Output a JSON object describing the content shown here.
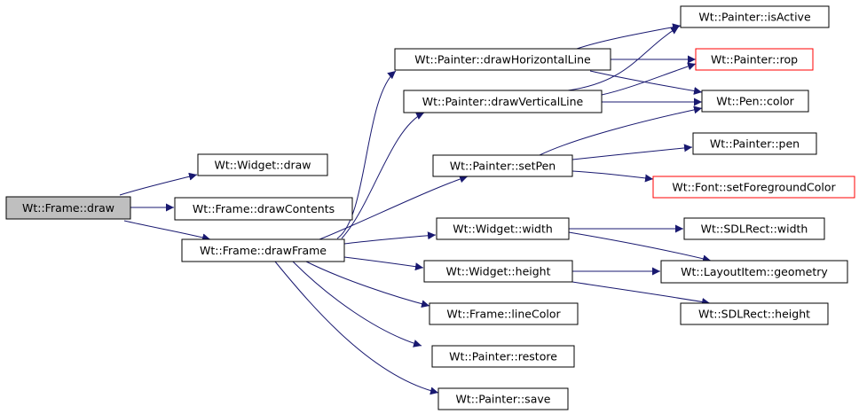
{
  "colors": {
    "edge": "#191970",
    "node_border": "#000000",
    "node_fill": "#ffffff",
    "root_fill": "#bfbfbf",
    "truncated_border": "#ff0000"
  },
  "nodes": {
    "frame_draw": "Wt::Frame::draw",
    "widget_draw": "Wt::Widget::draw",
    "frame_drawcontents": "Wt::Frame::drawContents",
    "frame_drawframe": "Wt::Frame::drawFrame",
    "painter_drawhorizontalline": "Wt::Painter::drawHorizontalLine",
    "painter_drawverticalline": "Wt::Painter::drawVerticalLine",
    "painter_setpen": "Wt::Painter::setPen",
    "widget_width": "Wt::Widget::width",
    "widget_height": "Wt::Widget::height",
    "frame_linecolor": "Wt::Frame::lineColor",
    "painter_restore": "Wt::Painter::restore",
    "painter_save": "Wt::Painter::save",
    "painter_isactive": "Wt::Painter::isActive",
    "painter_rop": "Wt::Painter::rop",
    "pen_color": "Wt::Pen::color",
    "painter_pen": "Wt::Painter::pen",
    "font_setforegroundcolor": "Wt::Font::setForegroundColor",
    "sdlrect_width": "Wt::SDLRect::width",
    "layoutitem_geometry": "Wt::LayoutItem::geometry",
    "sdlrect_height": "Wt::SDLRect::height"
  },
  "edges": [
    [
      "frame_draw",
      "widget_draw"
    ],
    [
      "frame_draw",
      "frame_drawcontents"
    ],
    [
      "frame_draw",
      "frame_drawframe"
    ],
    [
      "frame_drawframe",
      "painter_drawhorizontalline"
    ],
    [
      "frame_drawframe",
      "painter_drawverticalline"
    ],
    [
      "frame_drawframe",
      "painter_setpen"
    ],
    [
      "frame_drawframe",
      "widget_width"
    ],
    [
      "frame_drawframe",
      "widget_height"
    ],
    [
      "frame_drawframe",
      "frame_linecolor"
    ],
    [
      "frame_drawframe",
      "painter_restore"
    ],
    [
      "frame_drawframe",
      "painter_save"
    ],
    [
      "painter_drawhorizontalline",
      "painter_isactive"
    ],
    [
      "painter_drawhorizontalline",
      "painter_rop"
    ],
    [
      "painter_drawhorizontalline",
      "pen_color"
    ],
    [
      "painter_drawverticalline",
      "painter_isactive"
    ],
    [
      "painter_drawverticalline",
      "painter_rop"
    ],
    [
      "painter_drawverticalline",
      "pen_color"
    ],
    [
      "painter_setpen",
      "pen_color"
    ],
    [
      "painter_setpen",
      "painter_pen"
    ],
    [
      "painter_setpen",
      "font_setforegroundcolor"
    ],
    [
      "widget_width",
      "sdlrect_width"
    ],
    [
      "widget_width",
      "layoutitem_geometry"
    ],
    [
      "widget_height",
      "layoutitem_geometry"
    ],
    [
      "widget_height",
      "sdlrect_height"
    ]
  ],
  "root": "frame_draw",
  "truncated": [
    "painter_rop",
    "font_setforegroundcolor"
  ]
}
